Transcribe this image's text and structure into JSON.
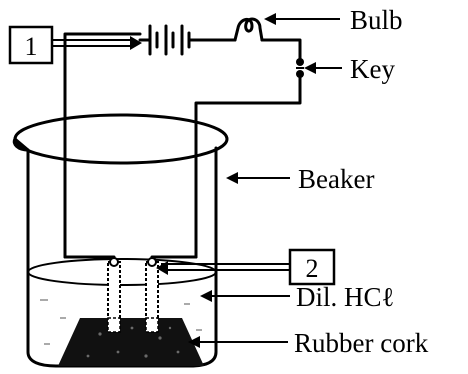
{
  "diagram": {
    "labels": {
      "box1": "1",
      "box2": "2",
      "bulb": "Bulb",
      "key": "Key",
      "beaker": "Beaker",
      "liquid": "Dil. HCℓ",
      "cork": "Rubber cork"
    }
  }
}
